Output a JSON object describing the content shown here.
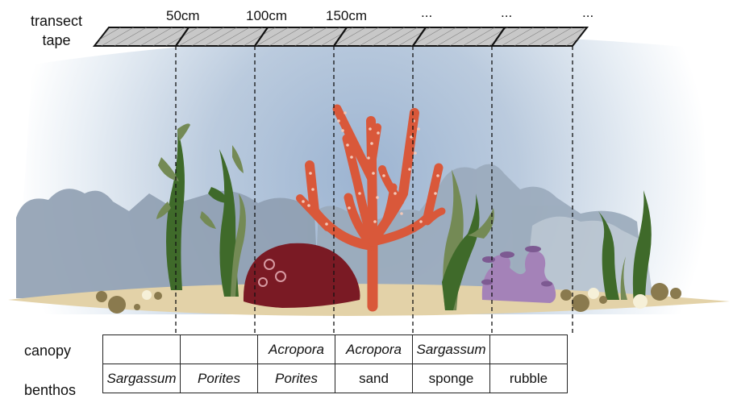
{
  "tape": {
    "label_line1": "transect",
    "label_line2": "tape",
    "ticks": [
      "50cm",
      "100cm",
      "150cm",
      "...",
      "...",
      "..."
    ]
  },
  "rows": {
    "canopy_label": "canopy",
    "benthos_label": "benthos"
  },
  "points": [
    {
      "canopy": "",
      "canopy_italic": false,
      "benthos": "Sargassum",
      "benthos_italic": true
    },
    {
      "canopy": "",
      "canopy_italic": false,
      "benthos": "Porites",
      "benthos_italic": true
    },
    {
      "canopy": "Acropora",
      "canopy_italic": true,
      "benthos": "Porites",
      "benthos_italic": true
    },
    {
      "canopy": "Acropora",
      "canopy_italic": true,
      "benthos": "sand",
      "benthos_italic": false
    },
    {
      "canopy": "Sargassum",
      "canopy_italic": true,
      "benthos": "sponge",
      "benthos_italic": false
    },
    {
      "canopy": "",
      "canopy_italic": false,
      "benthos": "rubble",
      "benthos_italic": false
    }
  ],
  "colors": {
    "tape_fill": "#c8c8c8",
    "water_blue": "#a9bdd6",
    "reef_silhouette": "#8e9fb1",
    "sand": "#e3d2a8",
    "seaweed_dark": "#3f6a2a",
    "seaweed_light": "#748a55",
    "branching_coral": "#d9583a",
    "coral_spots": "#f3c8b8",
    "boulder_coral": "#7a1a24",
    "sponge": "#a482b8",
    "rubble": "#8a7a4e"
  },
  "icons": [
    "branching-coral-icon",
    "boulder-coral-icon",
    "seaweed-icon",
    "sponge-icon",
    "rubble-icon"
  ]
}
